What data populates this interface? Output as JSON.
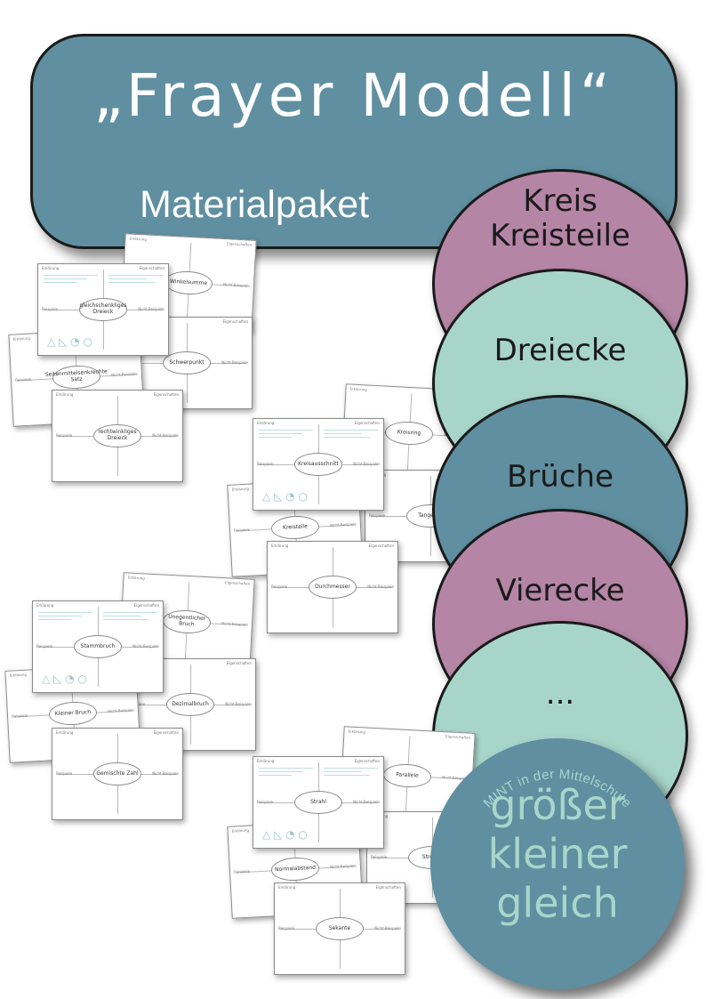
{
  "banner": {
    "title": "„Frayer Modell“",
    "subtitle": "Materialpaket",
    "color": "#5f8fa0"
  },
  "topics": [
    {
      "label": "Kreis\nKreisteile",
      "color": "#b585a6"
    },
    {
      "label": "Dreiecke",
      "color": "#a7d5ca"
    },
    {
      "label": "Brüche",
      "color": "#5f8fa0"
    },
    {
      "label": "Vierecke",
      "color": "#b585a6"
    },
    {
      "label": "...",
      "color": "#a7d5ca"
    }
  ],
  "badge": {
    "arc_text": "MINT in der Mittelschule",
    "lines": [
      "größer",
      "kleiner",
      "gleich"
    ],
    "text_color": "#a9d6cb",
    "color": "#5f8fa0"
  },
  "card_labels": {
    "definition": "Erklärung",
    "properties": "Eigenschaften",
    "examples": "Beispiele",
    "non_examples": "Nicht-Beispiele"
  },
  "cards": [
    {
      "term": "Winkelsumme",
      "filled": false
    },
    {
      "term": "Schwerpunkt",
      "filled": false
    },
    {
      "term": "gleichschenkliges Dreieck",
      "filled": true
    },
    {
      "term": "Seitenmittelsenkrechte Satz",
      "filled": false
    },
    {
      "term": "rechtwinkliges Dreieck",
      "filled": false
    },
    {
      "term": "Kreisring",
      "filled": false
    },
    {
      "term": "Kreisausschnitt",
      "filled": true
    },
    {
      "term": "Tangente",
      "filled": false
    },
    {
      "term": "Kreisteile",
      "filled": false
    },
    {
      "term": "Durchmesser",
      "filled": false
    },
    {
      "term": "Unegentlicher Bruch",
      "filled": false
    },
    {
      "term": "Stammbruch",
      "filled": true
    },
    {
      "term": "Dezimalbruch",
      "filled": false
    },
    {
      "term": "Kleiner Bruch",
      "filled": false
    },
    {
      "term": "Gemischte Zahl",
      "filled": false
    },
    {
      "term": "Parallele",
      "filled": false
    },
    {
      "term": "Strahl",
      "filled": true
    },
    {
      "term": "Strecke",
      "filled": false
    },
    {
      "term": "Normalabstand",
      "filled": false
    },
    {
      "term": "Sekante",
      "filled": false
    }
  ]
}
